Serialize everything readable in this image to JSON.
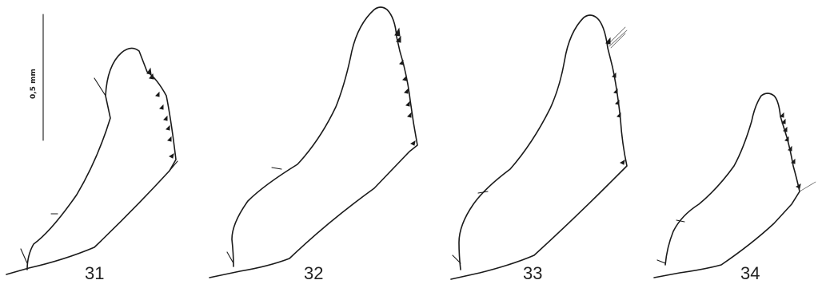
{
  "scale_bar": {
    "label": "0,5 mm"
  },
  "figures": [
    {
      "number": "31"
    },
    {
      "number": "32"
    },
    {
      "number": "33"
    },
    {
      "number": "34"
    }
  ]
}
